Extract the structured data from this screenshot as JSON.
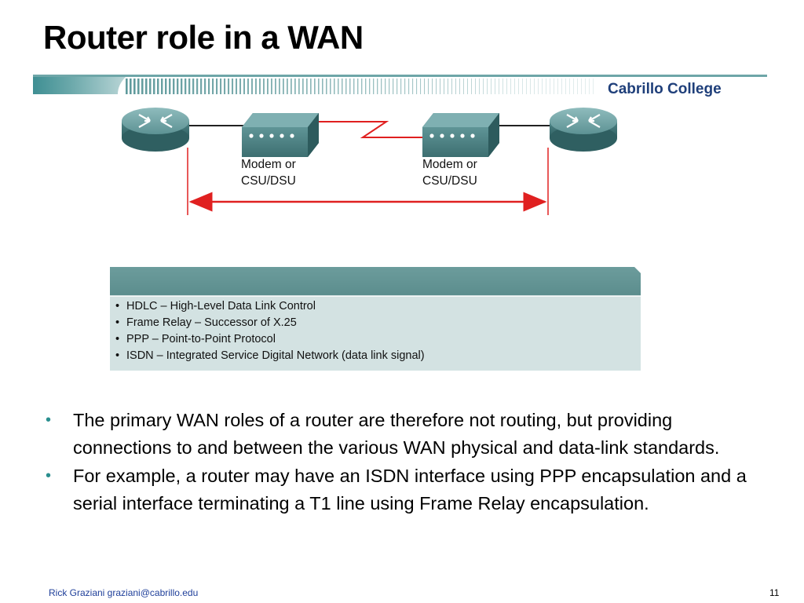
{
  "slide": {
    "title": "Router role in a WAN",
    "brand": "Cabrillo College",
    "page_number": "11",
    "author": "Rick Graziani  graziani@cabrillo.edu"
  },
  "diagram": {
    "modem_left_label": "Modem or\nCSU/DSU",
    "modem_right_label": "Modem or\nCSU/DSU",
    "colors": {
      "link_red": "#e02020",
      "device_teal": "#4f8a8c"
    }
  },
  "protocols": [
    "HDLC – High-Level Data Link Control",
    "Frame Relay – Successor of X.25",
    "PPP – Point-to-Point Protocol",
    "ISDN – Integrated Service Digital Network (data link signal)"
  ],
  "bullets": [
    "The primary WAN roles of a router are therefore not routing, but providing connections to and between the various WAN physical and data-link standards.",
    "For example, a router may have an ISDN interface using PPP encapsulation and a serial interface terminating a T1 line using Frame Relay encapsulation."
  ]
}
